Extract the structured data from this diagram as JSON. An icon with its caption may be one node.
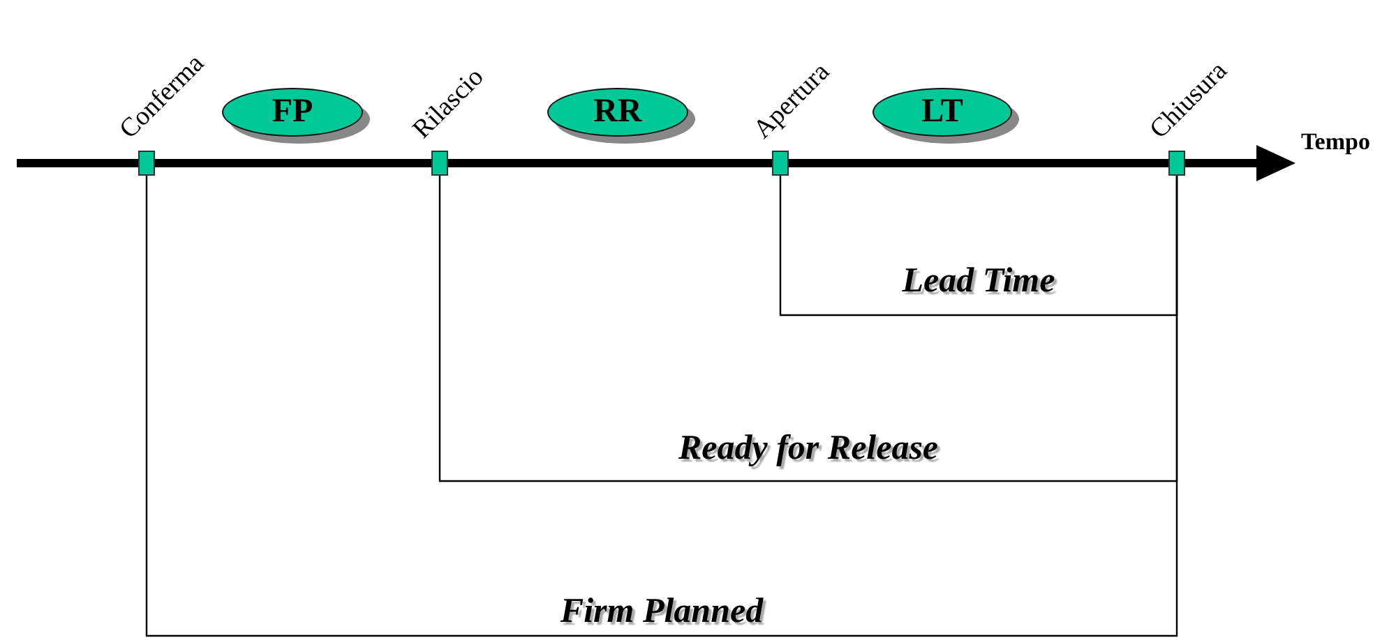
{
  "diagram": {
    "nodes": [
      {
        "text": [],
        "shape": "box",
        "beside": [
          "Conferma"
        ]
      },
      {
        "text": [],
        "shape": "box",
        "beside": [
          "Rilascio"
        ]
      },
      {
        "text": [],
        "shape": "box",
        "beside": [
          "Apertura"
        ]
      },
      {
        "text": [],
        "shape": "box",
        "beside": [
          "Chiusura"
        ]
      },
      {
        "text": [
          "FP"
        ]
      },
      {
        "text": [
          "RR"
        ]
      },
      {
        "text": [
          "LT"
        ]
      }
    ],
    "edges": [
      {
        "from": 2,
        "to": 3,
        "arrow": "none",
        "label": "Lead Time"
      },
      {
        "from": 1,
        "to": 3,
        "arrow": "none",
        "label": "Ready for Release"
      },
      {
        "from": 0,
        "to": 3,
        "arrow": "none",
        "label": "Firm Planned"
      }
    ],
    "labels": [
      "Tempo"
    ]
  }
}
